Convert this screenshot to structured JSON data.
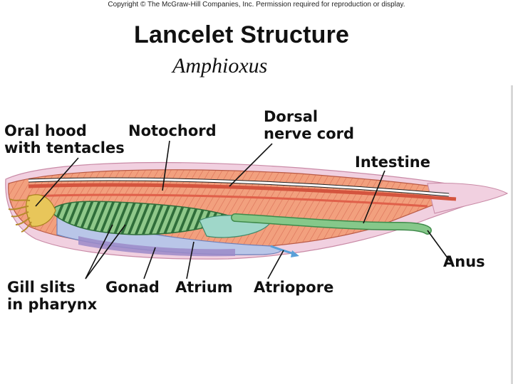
{
  "copyright": "Copyright © The McGraw-Hill Companies, Inc. Permission required for reproduction or display.",
  "title": "Lancelet Structure",
  "subtitle": "Amphioxus",
  "labels": {
    "oral_hood_1": "Oral hood",
    "oral_hood_2": "with tentacles",
    "notochord": "Notochord",
    "dorsal_1": "Dorsal",
    "dorsal_2": "nerve cord",
    "intestine": "Intestine",
    "anus": "Anus",
    "gill_1": "Gill slits",
    "gill_2": "in pharynx",
    "gonad": "Gonad",
    "atrium": "Atrium",
    "atriopore": "Atriopore"
  },
  "colors": {
    "muscle": "#f2a07e",
    "muscle_stripe": "#d86d55",
    "notochord": "#d4543e",
    "nerve_cord": "#ffffff",
    "pharynx": "#8fc88a",
    "gill_bars": "#2f6e3a",
    "intestine": "#86c88a",
    "atrium": "#b9c6e8",
    "oral_hood": "#e8c65a",
    "fin": "#f1d0e0",
    "leader": "#111111"
  }
}
